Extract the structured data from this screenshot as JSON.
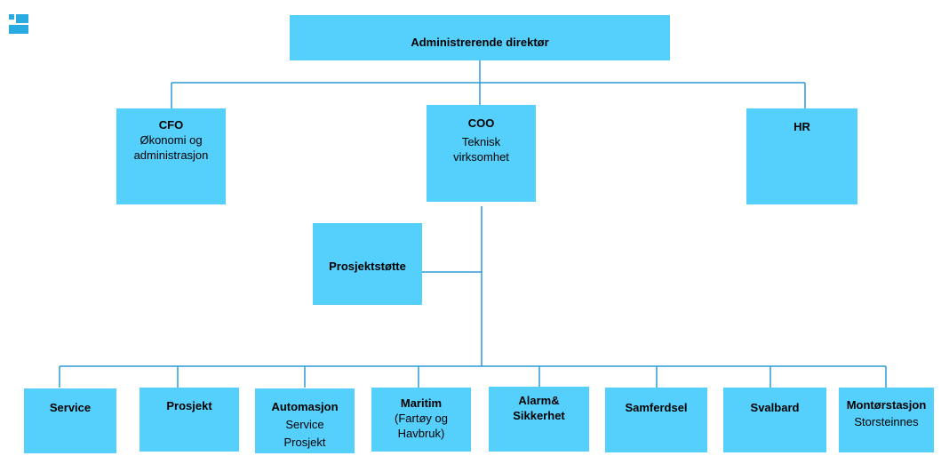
{
  "top": {
    "title": "Administrerende direktør"
  },
  "cfo": {
    "title": "CFO",
    "line1": "Økonomi og",
    "line2": "administrasjon"
  },
  "coo": {
    "title": "COO",
    "line1": "Teknisk",
    "line2": "virksomhet"
  },
  "hr": {
    "title": "HR"
  },
  "support": {
    "title": "Prosjektstøtte"
  },
  "units": [
    {
      "title": "Service"
    },
    {
      "title": "Prosjekt"
    },
    {
      "title": "Automasjon",
      "line1": "Service",
      "line2": "Prosjekt"
    },
    {
      "title": "Maritim",
      "line1": "(Fartøy og",
      "line2": "Havbruk)"
    },
    {
      "title": "Alarm&",
      "title2": "Sikkerhet"
    },
    {
      "title": "Samferdsel"
    },
    {
      "title": "Svalbard"
    },
    {
      "title": "Montørstasjon",
      "line1": "Storsteinnes"
    }
  ],
  "colors": {
    "box": "#55CFFB",
    "line": "#2E9BD6",
    "logo": "#29ABE2"
  }
}
